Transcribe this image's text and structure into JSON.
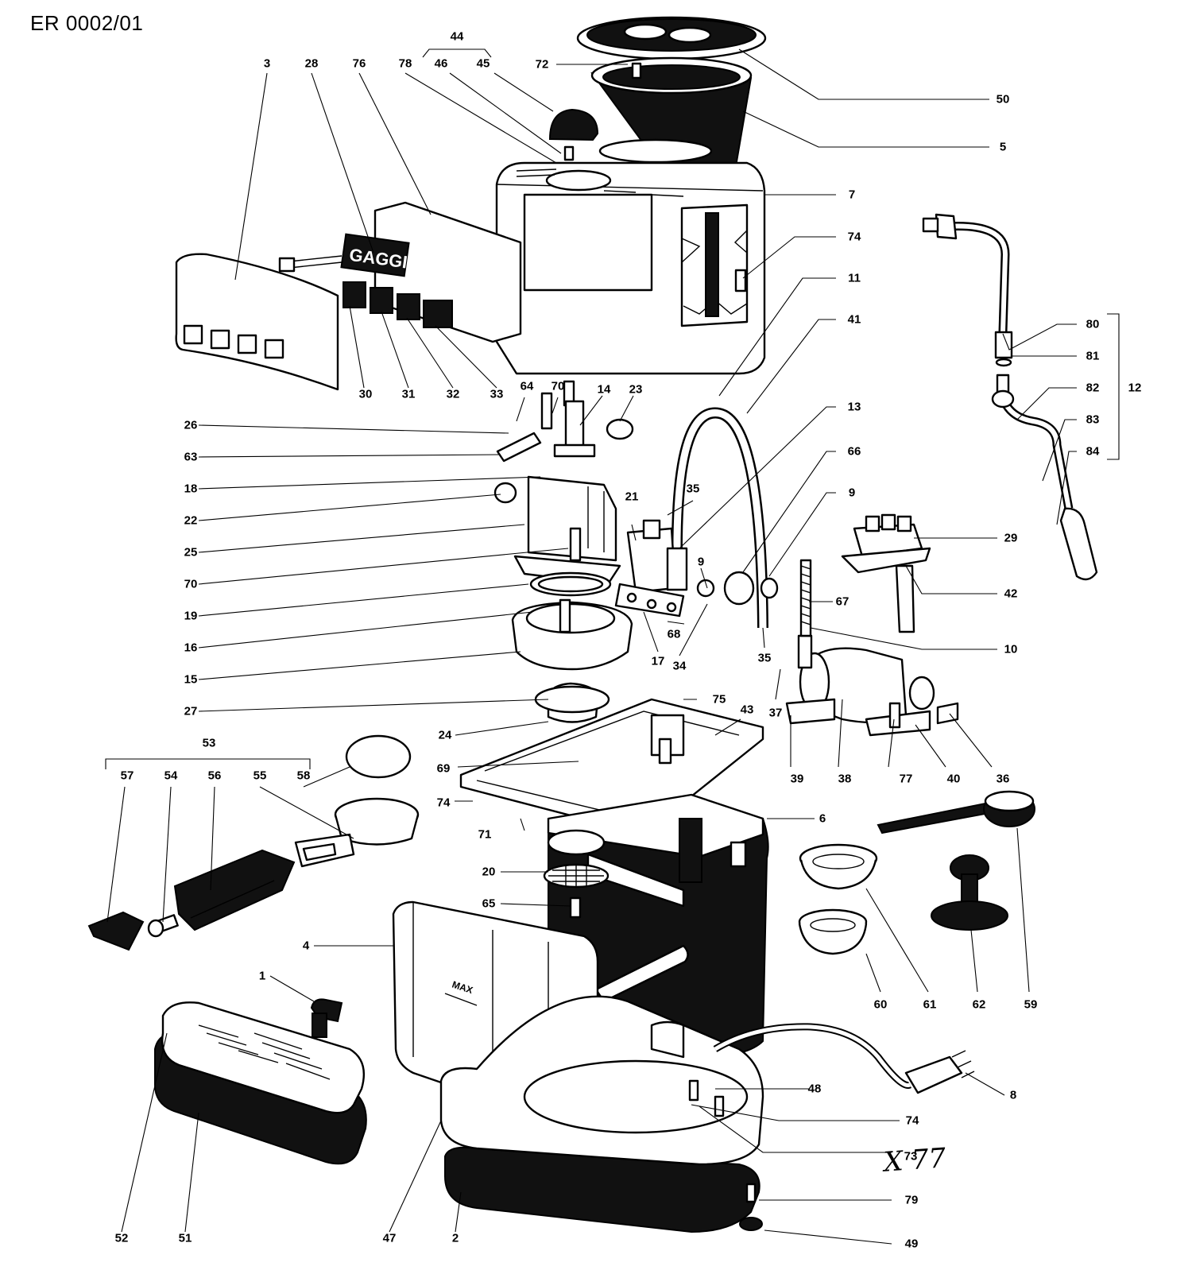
{
  "document": {
    "code": "ER 0002/01",
    "handwritten_note": "X 77",
    "brand_plate": "GAGGIA",
    "tank_marking": "MAX"
  },
  "callouts": [
    {
      "id": "3"
    },
    {
      "id": "28"
    },
    {
      "id": "76"
    },
    {
      "id": "78"
    },
    {
      "id": "44"
    },
    {
      "id": "46"
    },
    {
      "id": "45"
    },
    {
      "id": "72"
    },
    {
      "id": "50"
    },
    {
      "id": "5"
    },
    {
      "id": "7"
    },
    {
      "id": "74"
    },
    {
      "id": "11"
    },
    {
      "id": "41"
    },
    {
      "id": "13"
    },
    {
      "id": "66"
    },
    {
      "id": "9"
    },
    {
      "id": "80"
    },
    {
      "id": "81"
    },
    {
      "id": "82"
    },
    {
      "id": "83"
    },
    {
      "id": "84"
    },
    {
      "id": "12"
    },
    {
      "id": "30"
    },
    {
      "id": "31"
    },
    {
      "id": "32"
    },
    {
      "id": "33"
    },
    {
      "id": "64"
    },
    {
      "id": "70"
    },
    {
      "id": "14"
    },
    {
      "id": "23"
    },
    {
      "id": "26"
    },
    {
      "id": "63"
    },
    {
      "id": "18"
    },
    {
      "id": "22"
    },
    {
      "id": "25"
    },
    {
      "id": "70"
    },
    {
      "id": "19"
    },
    {
      "id": "16"
    },
    {
      "id": "15"
    },
    {
      "id": "27"
    },
    {
      "id": "24"
    },
    {
      "id": "69"
    },
    {
      "id": "74"
    },
    {
      "id": "71"
    },
    {
      "id": "21"
    },
    {
      "id": "35"
    },
    {
      "id": "9"
    },
    {
      "id": "68"
    },
    {
      "id": "17"
    },
    {
      "id": "34"
    },
    {
      "id": "35"
    },
    {
      "id": "29"
    },
    {
      "id": "42"
    },
    {
      "id": "67"
    },
    {
      "id": "10"
    },
    {
      "id": "75"
    },
    {
      "id": "43"
    },
    {
      "id": "37"
    },
    {
      "id": "39"
    },
    {
      "id": "38"
    },
    {
      "id": "77"
    },
    {
      "id": "40"
    },
    {
      "id": "36"
    },
    {
      "id": "53"
    },
    {
      "id": "57"
    },
    {
      "id": "54"
    },
    {
      "id": "56"
    },
    {
      "id": "55"
    },
    {
      "id": "58"
    },
    {
      "id": "6"
    },
    {
      "id": "20"
    },
    {
      "id": "65"
    },
    {
      "id": "4"
    },
    {
      "id": "61"
    },
    {
      "id": "60"
    },
    {
      "id": "62"
    },
    {
      "id": "59"
    },
    {
      "id": "1"
    },
    {
      "id": "48"
    },
    {
      "id": "8"
    },
    {
      "id": "74"
    },
    {
      "id": "73"
    },
    {
      "id": "79"
    },
    {
      "id": "49"
    },
    {
      "id": "52"
    },
    {
      "id": "51"
    },
    {
      "id": "47"
    },
    {
      "id": "2"
    }
  ]
}
